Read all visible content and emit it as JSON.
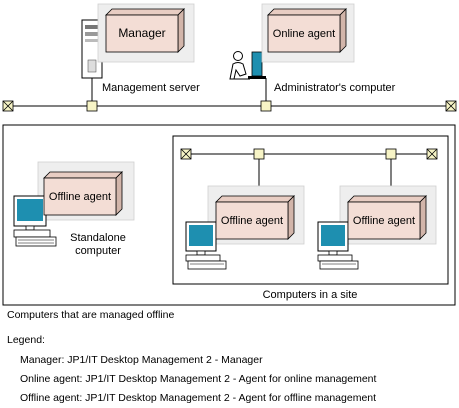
{
  "top": {
    "manager_box": "Manager",
    "online_agent_box": "Online agent",
    "management_server_label": "Management server",
    "admin_computer_label": "Administrator's computer"
  },
  "offline_area": {
    "offline_agent_box": "Offline agent",
    "standalone_label_line1": "Standalone",
    "standalone_label_line2": "computer",
    "site_agent_1": "Offline agent",
    "site_agent_2": "Offline agent",
    "site_caption": "Computers in a site",
    "area_caption": "Computers that are managed offline"
  },
  "legend": {
    "title": "Legend:",
    "items": [
      "Manager: JP1/IT Desktop Management 2 - Manager",
      "Online agent: JP1/IT Desktop Management 2 - Agent for online management",
      "Offline agent: JP1/IT Desktop Management 2 - Agent for offline management"
    ]
  },
  "colors": {
    "box_fill": "#f3ddd5",
    "box_side": "#d2b5aa",
    "node_fill": "#f7f4c6",
    "monitor_screen": "#1e8fb0",
    "shadow_panel": "#eeeeee"
  }
}
